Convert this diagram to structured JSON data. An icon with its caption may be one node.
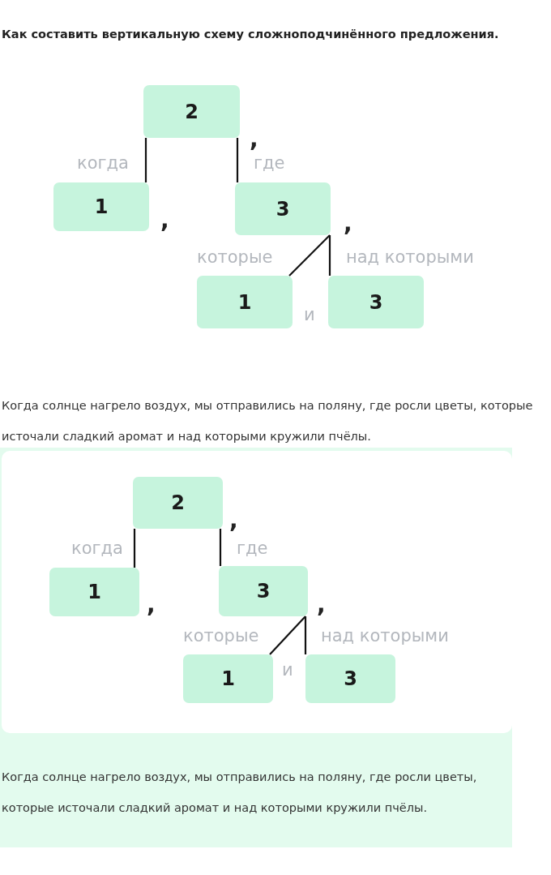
{
  "diagram": {
    "title": "Как составить вертикальную схему сложноподчинённого предложения.",
    "nodes": [
      {
        "text": [
          "2"
        ]
      },
      {
        "text": [
          "1"
        ]
      },
      {
        "text": [
          "3"
        ]
      },
      {
        "text": [
          "1"
        ]
      },
      {
        "text": [
          "3"
        ]
      },
      {
        "text": [
          "2"
        ]
      },
      {
        "text": [
          "1"
        ]
      },
      {
        "text": [
          "3"
        ]
      },
      {
        "text": [
          "1"
        ]
      },
      {
        "text": [
          "3"
        ]
      }
    ],
    "edges": [
      {
        "from": 0,
        "to": 1,
        "arrow": "none",
        "label": "когда"
      },
      {
        "from": 0,
        "to": 2,
        "arrow": "none",
        "label": "где"
      },
      {
        "from": 2,
        "to": 3,
        "arrow": "none",
        "label": "которые"
      },
      {
        "from": 2,
        "to": 4,
        "arrow": "none",
        "label": "над которыми"
      },
      {
        "from": 5,
        "to": 6,
        "arrow": "none",
        "label": "когда"
      },
      {
        "from": 5,
        "to": 7,
        "arrow": "none",
        "label": "где"
      },
      {
        "from": 7,
        "to": 8,
        "arrow": "none",
        "label": "которые"
      },
      {
        "from": 7,
        "to": 9,
        "arrow": "none",
        "label": "над которыми"
      }
    ],
    "labels": [
      ",",
      ",",
      ",",
      "и",
      "Когда солнце нагрело воздух, мы отправились на поляну, где росли цветы, которые источали сладкий аромат и над которыми кружили пчёлы.",
      ",",
      ",",
      ",",
      "и",
      "Когда солнце нагрело воздух, мы отправились на поляну, где росли цветы, которые источали сладкий аромат и над которыми кружили пчёлы."
    ]
  }
}
